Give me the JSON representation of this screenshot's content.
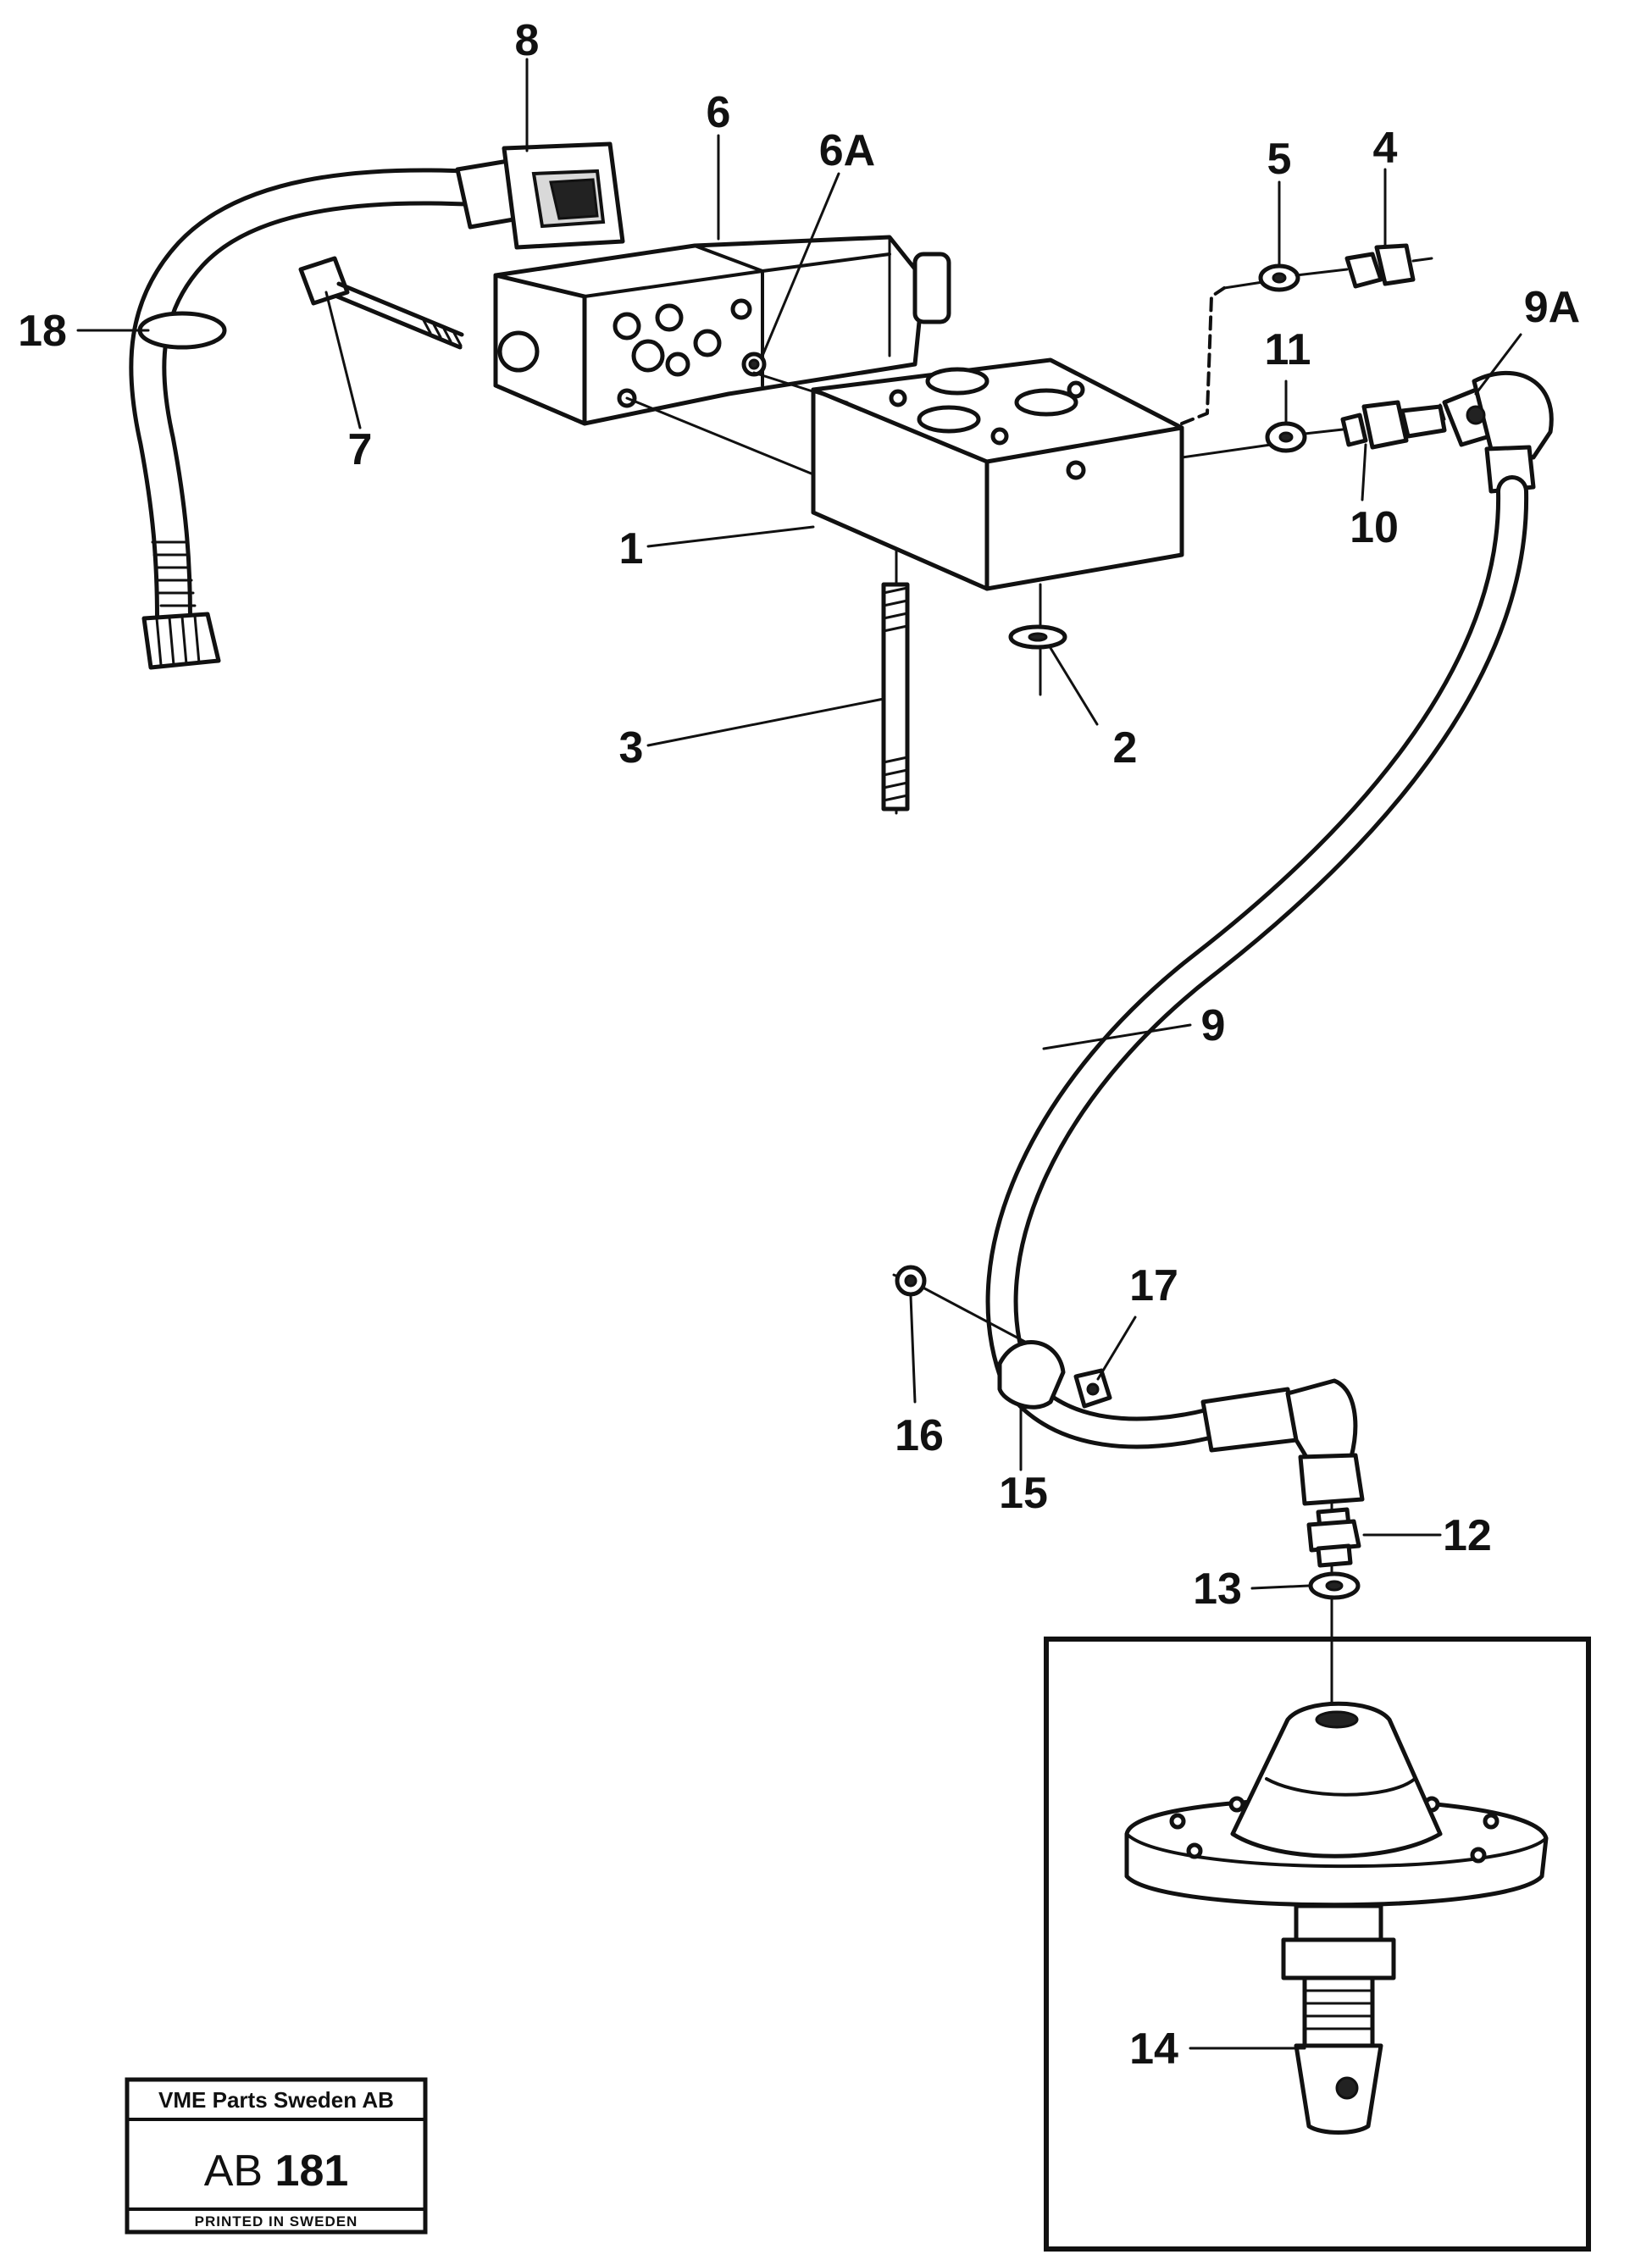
{
  "diagram": {
    "part_labels": [
      "8",
      "6",
      "6A",
      "5",
      "4",
      "9A",
      "18",
      "11",
      "7",
      "10",
      "1",
      "3",
      "2",
      "9",
      "17",
      "16",
      "15",
      "12",
      "13",
      "14"
    ]
  },
  "stamp": {
    "company": "VME Parts Sweden AB",
    "code_prefix": "AB",
    "code_number": "181",
    "footer": "PRINTED IN SWEDEN"
  }
}
